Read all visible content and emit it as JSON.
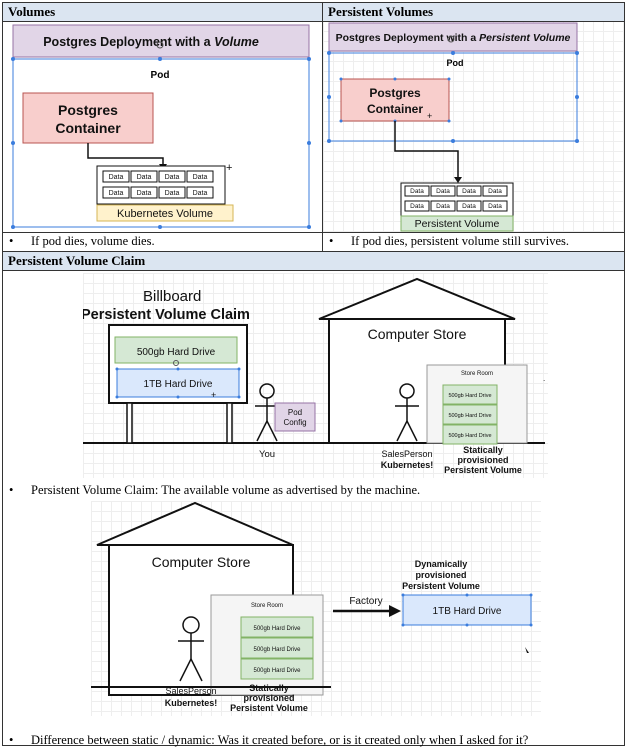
{
  "headers": {
    "volumes": "Volumes",
    "persistent_volumes": "Persistent Volumes",
    "pvc": "Persistent Volume Claim"
  },
  "left_diagram": {
    "title_prefix": "Postgres Deployment with a ",
    "title_em": "Volume",
    "pod_label": "Pod",
    "container_label_1": "Postgres",
    "container_label_2": "Container",
    "data_cell": "Data",
    "volume_label": "Kubernetes Volume"
  },
  "right_diagram": {
    "title_prefix": "Postgres Deployment with a ",
    "title_em": "Persistent Volume",
    "pod_label": "Pod",
    "container_label_1": "Postgres",
    "container_label_2": "Container",
    "data_cell": "Data",
    "volume_label": "Persistent Volume"
  },
  "bullets": {
    "volumes": "If pod dies, volume dies.",
    "persistent_volumes": "If pod dies, persistent volume still survives.",
    "pvc": "Persistent Volume Claim: The available volume as advertised by the machine.",
    "difference": "Difference between static / dynamic: Was it created before, or is it created only when I asked for it?"
  },
  "billboard_scene": {
    "billboard_title": "Billboard",
    "billboard_subtitle": "Persistent Volume Claim",
    "drive_500": "500gb Hard Drive",
    "drive_1tb": "1TB Hard Drive",
    "pod_config_1": "Pod",
    "pod_config_2": "Config",
    "you_label": "You",
    "store_title": "Computer Store",
    "store_room": "Store Room",
    "small_drive": "500gb Hard Drive",
    "salesperson": "SalesPerson",
    "kubernetes": "Kubernetes!",
    "static_1": "Statically",
    "static_2": "provisioned",
    "static_3": "Persistent Volume"
  },
  "factory_scene": {
    "store_title": "Computer Store",
    "store_room": "Store Room",
    "small_drive": "500gb Hard Drive",
    "salesperson": "SalesPerson",
    "kubernetes": "Kubernetes!",
    "static_1": "Statically",
    "static_2": "provisioned",
    "static_3": "Persistent Volume",
    "factory_label": "Factory",
    "dyn_1": "Dynamically",
    "dyn_2": "provisioned",
    "dyn_3": "Persistent Volume",
    "drive_1tb": "1TB Hard Drive"
  },
  "colors": {
    "header_bg": "#dbe5f1",
    "title_bar": "#e1d5e7",
    "container_fill": "#f8cecc",
    "container_stroke": "#b85450",
    "volume_label_fill": "#fff2cc",
    "pv_label_fill": "#d5e8d4",
    "drive_green": "#d5e8d4",
    "drive_blue": "#dae8fc",
    "selection_blue": "#3b7ddd"
  }
}
